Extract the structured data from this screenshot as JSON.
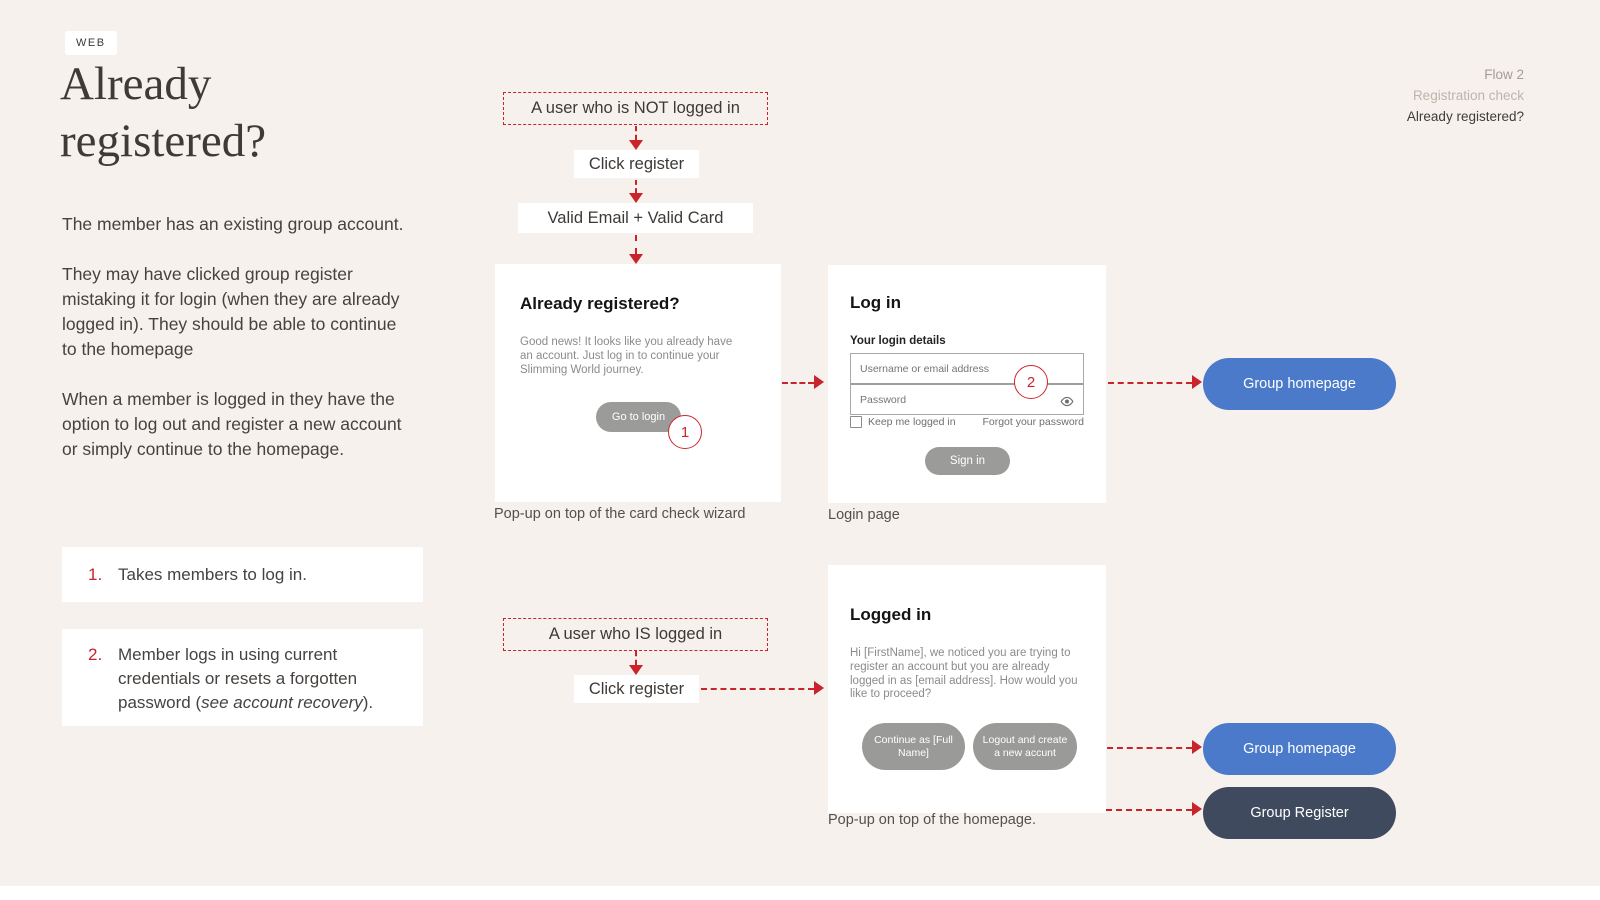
{
  "header": {
    "badge": "WEB",
    "title_line1": "Already",
    "title_line2": "registered?"
  },
  "meta": {
    "flow": "Flow 2",
    "section": "Registration check",
    "current": "Already registered?"
  },
  "intro": [
    "The member has an existing group account.",
    "They may have clicked group register mistaking it for login (when they are already logged in). They should be able to continue to the homepage",
    "When a member is logged in they have the option to log out and register a new account or simply continue to the homepage."
  ],
  "notes": {
    "item1": {
      "num": "1.",
      "text": "Takes members to log in."
    },
    "item2": {
      "num": "2.",
      "prefix": "Member logs in using current credentials or resets a forgotten password (",
      "italic": "see account recovery",
      "suffix": ")."
    }
  },
  "flow_top": {
    "start": "A user who is NOT logged in",
    "step1": "Click register",
    "step2": "Valid Email + Valid Card"
  },
  "flow_bottom": {
    "start": "A user who IS logged in",
    "step1": "Click register"
  },
  "popup_card": {
    "title": "Already registered?",
    "body": "Good news! It looks like you already have an account. Just log in to continue your Slimming World journey.",
    "button": "Go to login",
    "badge": "1",
    "caption": "Pop-up on top of the card check wizard"
  },
  "login_card": {
    "title": "Log in",
    "section": "Your login details",
    "username_placeholder": "Username or email address",
    "password_placeholder": "Password",
    "badge": "2",
    "remember": "Keep me logged in",
    "forgot": "Forgot your password",
    "submit": "Sign in",
    "caption": "Login page"
  },
  "loggedin_card": {
    "title": "Logged in",
    "body": "Hi [FirstName], we noticed you are trying to register an account but you are already logged in as [email address]. How would you like to proceed?",
    "continue_button": "Continue as [Full Name]",
    "logout_button": "Logout and create a new accunt",
    "caption": "Pop-up on top of the homepage."
  },
  "targets": {
    "homepage_top": "Group homepage",
    "homepage_bottom": "Group homepage",
    "register": "Group Register"
  },
  "colors": {
    "background": "#f6f1ec",
    "accent_red": "#c9232b",
    "primary_blue": "#4a7ac9",
    "dark_slate": "#3f4a5f",
    "gray_button": "#9b9b99"
  }
}
